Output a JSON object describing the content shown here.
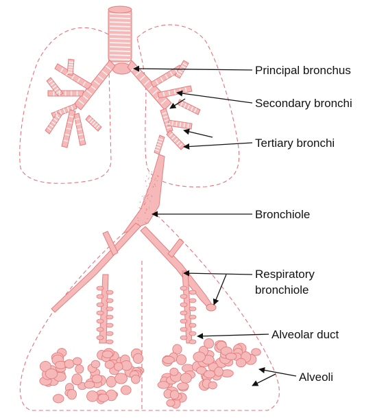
{
  "labels": {
    "principal_bronchus": "Principal bronchus",
    "secondary_bronchi": "Secondary bronchi",
    "tertiary_bronchi": "Tertiary bronchi",
    "bronchiole": "Bronchiole",
    "respiratory_bronchiole_line1": "Respiratory",
    "respiratory_bronchiole_line2": "bronchiole",
    "alveolar_duct": "Alveolar duct",
    "alveoli": "Alveoli"
  },
  "colors": {
    "fill": "#f6b9b9",
    "stroke": "#e37c7c",
    "ring": "#f0f0f0",
    "outline": "#e8707a",
    "text": "#111111"
  }
}
